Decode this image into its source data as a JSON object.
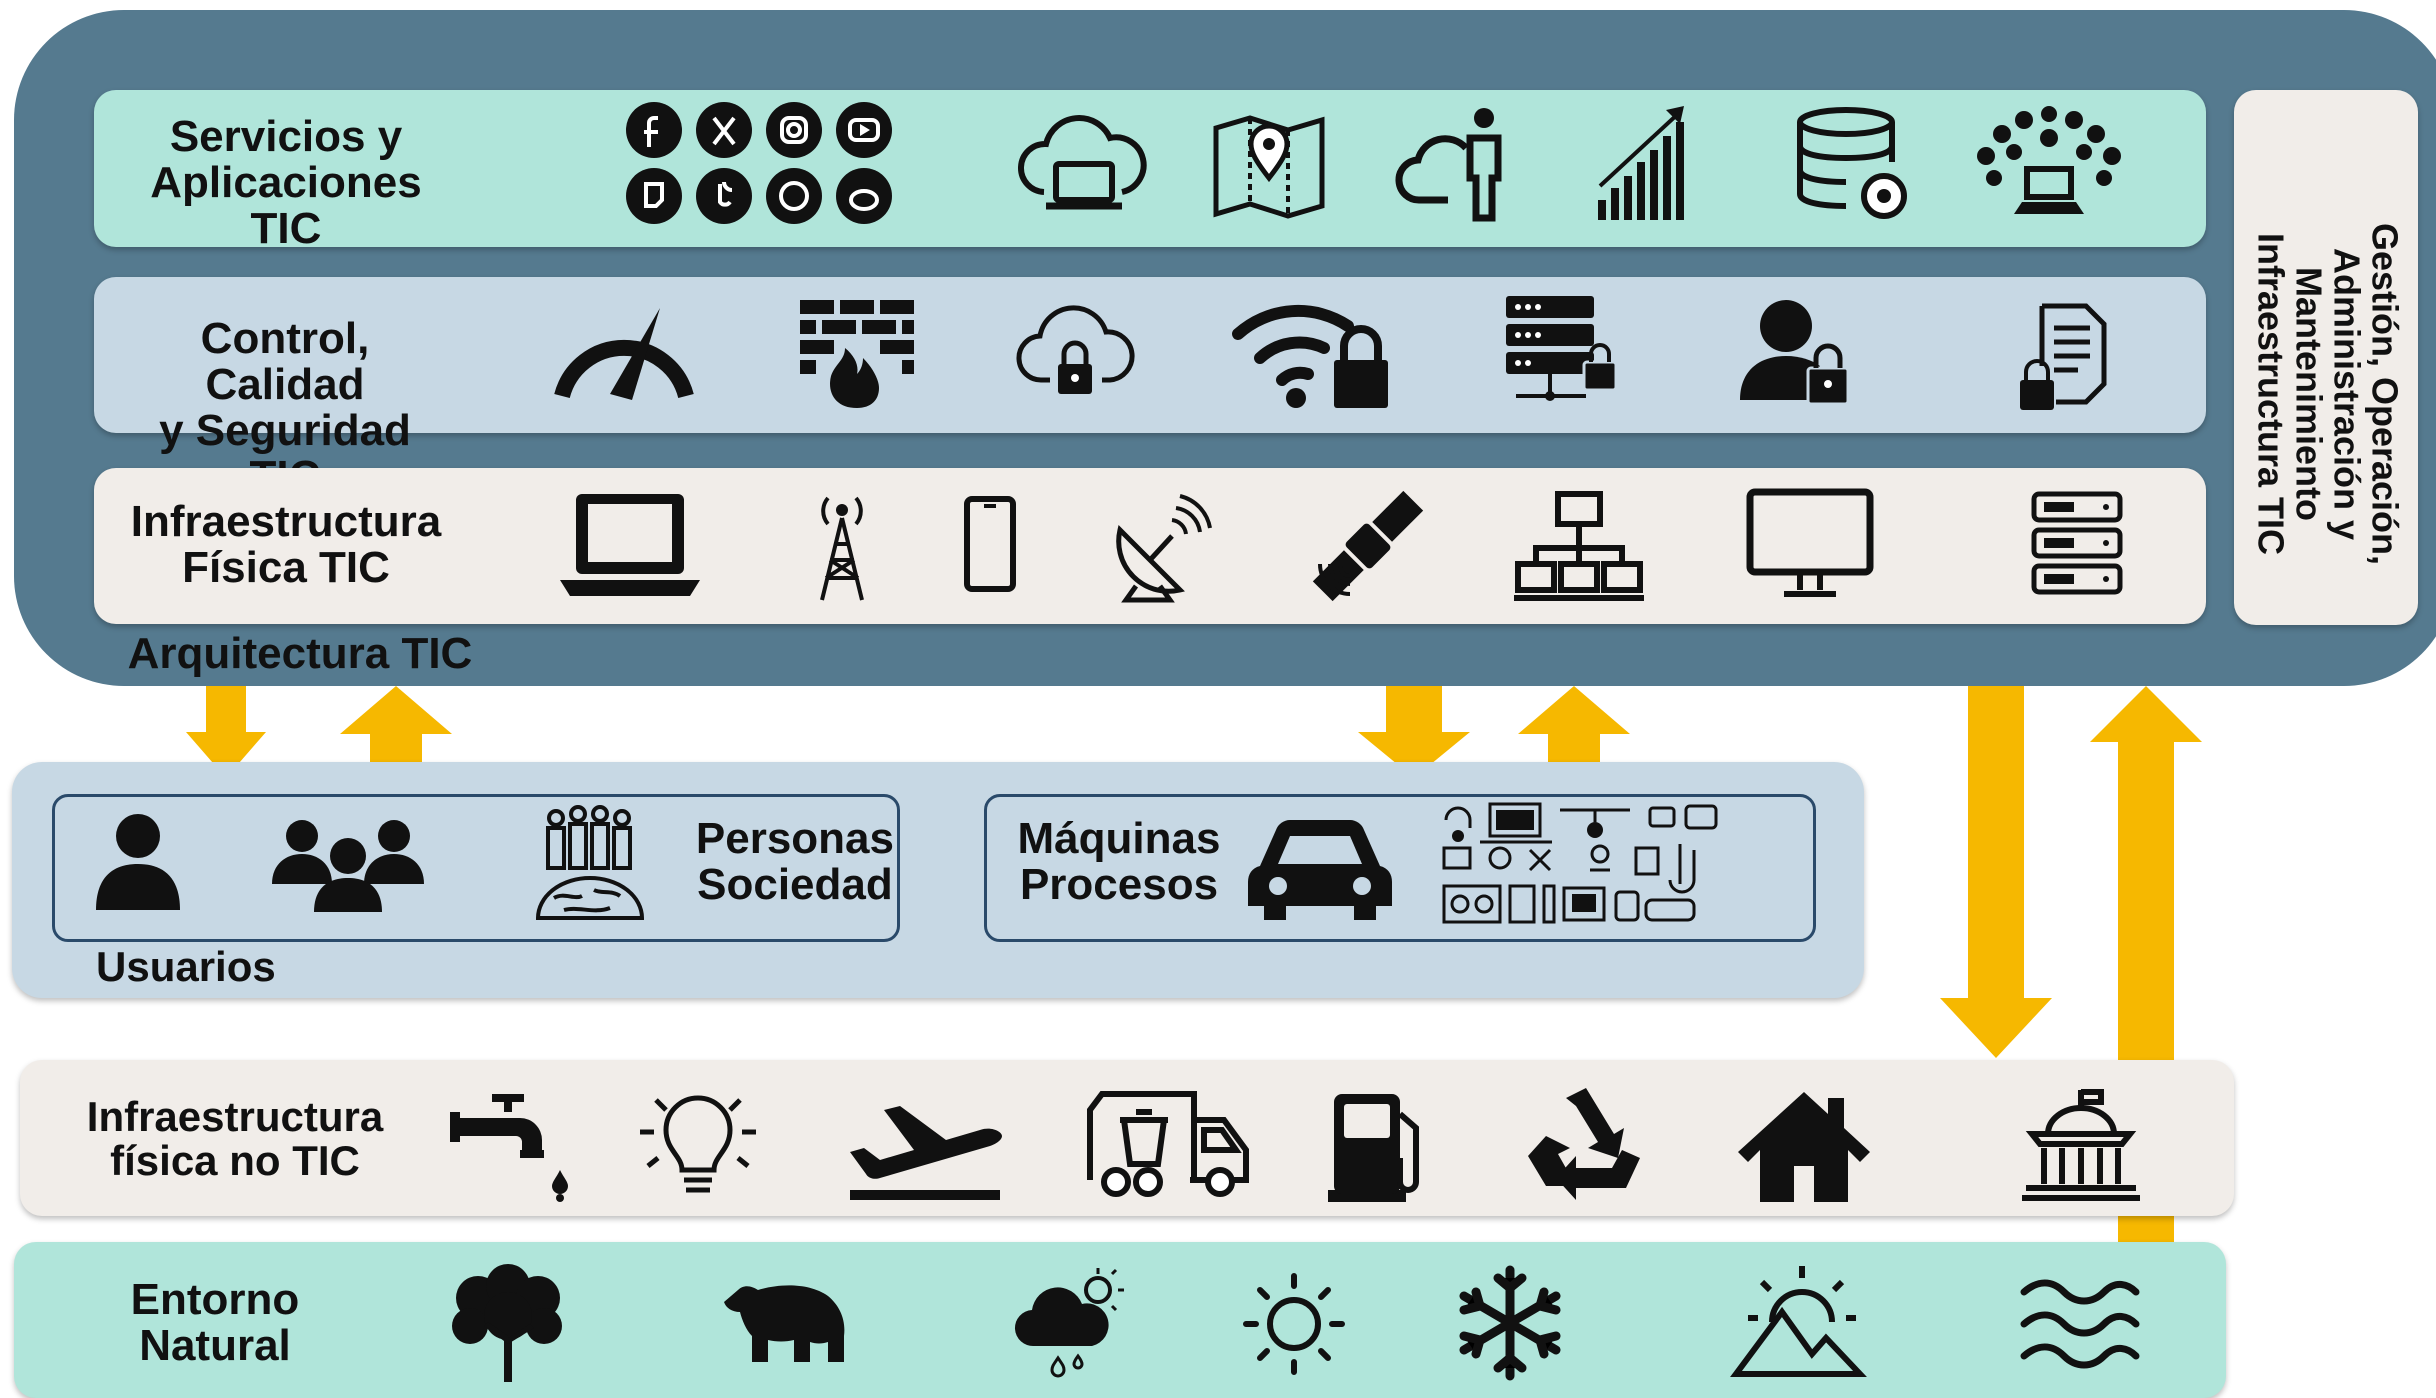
{
  "architecture": {
    "title": "Arquitectura TIC",
    "rows": [
      {
        "label": "Servicios y\nAplicaciones\nTIC",
        "icons": [
          "social-media-icons",
          "cloud-laptop-icon",
          "map-pin-icon",
          "cloud-person-icon",
          "growth-chart-icon",
          "database-gear-icon",
          "network-tree-icon"
        ]
      },
      {
        "label": "Control,\nCalidad\ny Seguridad\nTIC",
        "icons": [
          "speedometer-icon",
          "firewall-icon",
          "cloud-lock-icon",
          "wifi-lock-icon",
          "server-lock-icon",
          "user-lock-icon",
          "document-lock-icon"
        ]
      },
      {
        "label": "Infraestructura\nFísica TIC",
        "icons": [
          "laptop-icon",
          "antenna-tower-icon",
          "smartphone-icon",
          "satellite-dish-icon",
          "satellite-icon",
          "network-topology-icon",
          "monitor-icon",
          "server-rack-icon"
        ]
      }
    ],
    "side_panel": "Gestión, Operación,\nAdministración y\nMantenimiento\nInfraestructura TIC",
    "colors": {
      "frame": "#557a8f",
      "services": "#b0e5da",
      "control": "#c7d8e4",
      "physical": "#f1ede9",
      "arrow": "#f6b800"
    }
  },
  "users": {
    "title": "Usuarios",
    "people_label": "Personas\nSociedad",
    "machines_label": "Máquinas\nProcesos",
    "icons": [
      "person-icon",
      "group-icon",
      "society-icon",
      "car-icon",
      "devices-collage-icon"
    ]
  },
  "non_ict": {
    "label": "Infraestructura\nfísica no TIC",
    "icons": [
      "water-tap-icon",
      "light-bulb-icon",
      "airplane-icon",
      "garbage-truck-icon",
      "fuel-pump-icon",
      "recycle-icon",
      "house-icon",
      "government-building-icon"
    ]
  },
  "natural": {
    "label": "Entorno\nNatural",
    "icons": [
      "tree-icon",
      "bear-icon",
      "rain-cloud-icon",
      "sun-icon",
      "snowflake-icon",
      "mountain-sun-icon",
      "waves-icon"
    ]
  }
}
